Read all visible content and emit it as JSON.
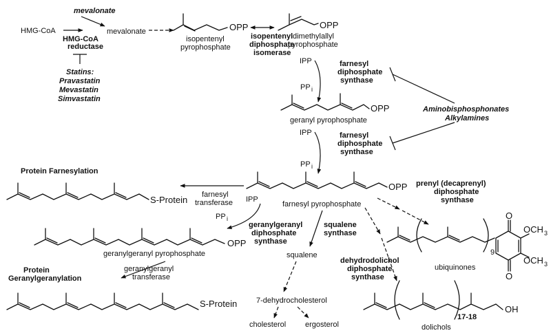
{
  "pathway": {
    "hmg_coa": "HMG-CoA",
    "hmg_coa_reductase": [
      "HMG-CoA",
      "reductase"
    ],
    "mevalonate_title": "mevalonate",
    "mevalonate": "mevalonate",
    "statins": [
      "Statins:",
      "Pravastatin",
      "Mevastatin",
      "Simvastatin"
    ],
    "isopentenyl_pp": [
      "isopentenyl",
      "pyrophosphate"
    ],
    "ipp_isomerase": [
      "isopentenyl",
      "diphosphate",
      "isomerase"
    ],
    "dimethylallyl_pp": [
      "dimethylallyl",
      "pyrophosphate"
    ],
    "opp": "OPP",
    "ipp": "IPP",
    "ppi_base": "PP",
    "ppi_sub": "i",
    "fps": [
      "farnesyl",
      "diphosphate",
      "synthase"
    ],
    "geranyl_pp": "geranyl pyrophosphate",
    "inhibitors": [
      "Aminobisphosphonates",
      "Alkylamines"
    ],
    "protein_farnesylation": "Protein Farnesylation",
    "s_protein": "S-Protein",
    "farnesyl_transferase": [
      "farnesyl",
      "transferase"
    ],
    "farnesyl_pp": "farnesyl pyrophosphate",
    "ggps": [
      "geranylgeranyl",
      "diphosphate",
      "synthase"
    ],
    "ggpp": "geranylgeranyl pyrophosphate",
    "squalene_synthase": [
      "squalene",
      "synthase"
    ],
    "squalene": "squalene",
    "prenyl_synthase": [
      "prenyl (decaprenyl)",
      "diphosphate",
      "synthase"
    ],
    "ubiquinones": "ubiquinones",
    "ubi_subscript": "9",
    "och3": "OCH",
    "och3_sub": "3",
    "carbonyl_o": "O",
    "protein_geranylgeranylation": [
      "Protein",
      "Geranylgeranylation"
    ],
    "gg_transferase": [
      "geranylgeranyl",
      "transferase"
    ],
    "dehydrodolichol_synthase": [
      "dehydrodolichol",
      "diphosphate",
      "synthase"
    ],
    "dehydrocholesterol": "7-dehydrocholesterol",
    "cholesterol": "cholesterol",
    "ergosterol": "ergosterol",
    "dolichol_repeat": "17-18",
    "oh": "OH",
    "dolichols": "dolichols"
  }
}
